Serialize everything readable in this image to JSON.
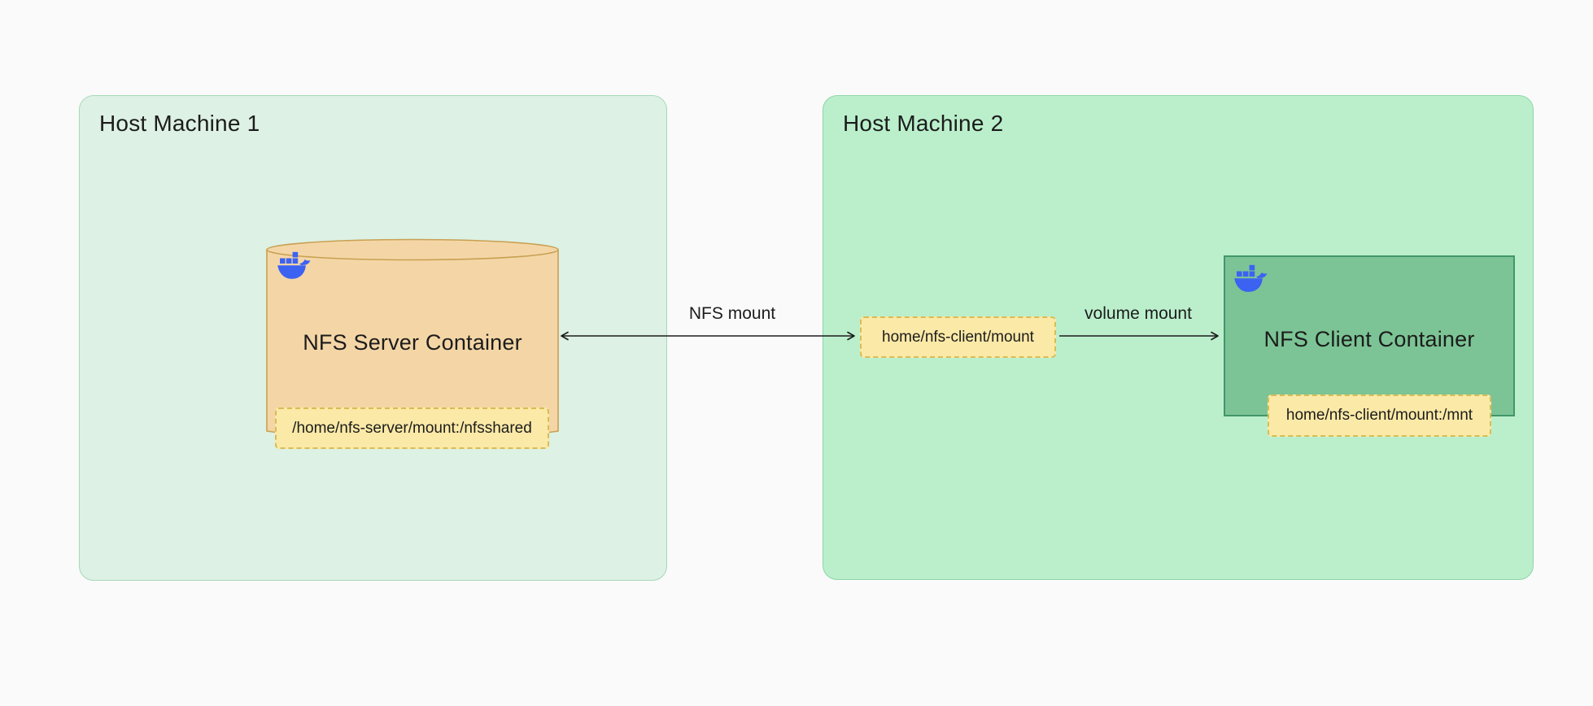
{
  "hosts": [
    {
      "title": "Host Machine 1"
    },
    {
      "title": "Host Machine 2"
    }
  ],
  "server_container": {
    "title": "NFS Server Container",
    "mount_binding": "/home/nfs-server/mount:/nfsshared"
  },
  "client_container": {
    "title": "NFS Client Container",
    "mount_binding": "home/nfs-client/mount:/mnt"
  },
  "host_mount_point": {
    "label": "home/nfs-client/mount"
  },
  "connections": [
    {
      "label": "NFS mount",
      "style": "double-headed-arrow"
    },
    {
      "label": "volume mount",
      "style": "single-headed-arrow"
    }
  ],
  "icons": [
    {
      "name": "docker-icon",
      "location": "nfs-server-container"
    },
    {
      "name": "docker-icon",
      "location": "nfs-client-container"
    }
  ],
  "palette": {
    "page_background": "#fafafa",
    "host1_fill": "#ddf1e4",
    "host1_border": "#a6d9b9",
    "host2_fill": "#bbefcc",
    "host2_border": "#8ed5a7",
    "server_cylinder_fill": "#f4d6a6",
    "server_cylinder_border": "#c9a052",
    "client_box_fill": "#7cc495",
    "client_box_border": "#42966a",
    "mount_label_fill": "#fbe9a7",
    "mount_label_border": "#d9bc55",
    "docker_blue": "#3c62f2",
    "text": "#1c1c1c",
    "arrow": "#1c1c1c"
  }
}
